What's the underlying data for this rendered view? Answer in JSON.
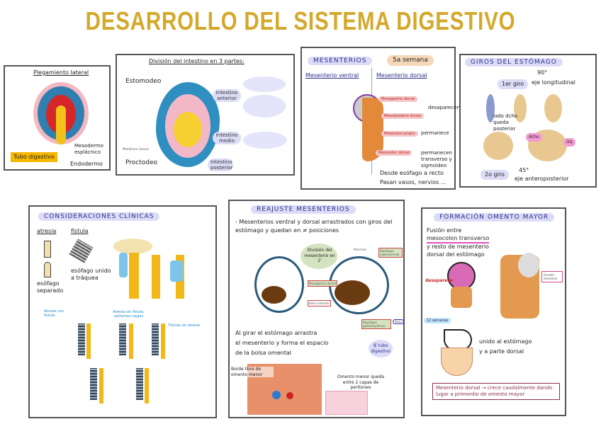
{
  "title": "DESARROLLO DEL SISTEMA DIGESTIVO",
  "plegamiento": {
    "heading": "Plegamiento lateral",
    "tubo": "Tubo digestivo",
    "mesodermo": "Mesodermo esplácnico",
    "endodermo": "Endodermo"
  },
  "division": {
    "heading": "División del intestino en 3 partes:",
    "estomodeo": "Estomodeo",
    "proctodeo": "Proctodeo",
    "anterior": "Intestino anterior",
    "medio": "Intestino medio",
    "posterior": "Intestino posterior",
    "membrana": "Membrana cloacal"
  },
  "mesenterios": {
    "heading": "MESENTERIOS",
    "semana": "5a semana",
    "ventral": "Mesenterio ventral",
    "dorsal": "Mesenterio dorsal",
    "labels": [
      "Mesogastrio dorsal",
      "Mesoduodeno dorsal",
      "Mesentero propio",
      "Mesocolon dorsal"
    ],
    "desaparecen": "desaparecen",
    "permanece": "permanece",
    "permanecen": "permanecen transverso y sigmoideo",
    "desde": "Desde esófago a recto",
    "pasan": "Pasan vasos, nervios ..."
  },
  "giros": {
    "heading": "GIROS DEL ESTÓMAGO",
    "grados1": "90°",
    "giro1": "1er giro",
    "eje1": "eje longitudinal",
    "lado": "lado dcho queda posterior",
    "dcho": "dcho",
    "izq": "izq",
    "giro2": "2o giro",
    "grados2": "45°",
    "eje2": "eje anteroposterior"
  },
  "clinicas": {
    "heading": "CONSIDERACIONES CLÍNICAS",
    "atresia": "atresia",
    "fistula": "fístula",
    "esofago_sep": "esófago separado",
    "esofago_traq": "esófago unido a tráquea",
    "atresia_sin": "Atresia sin fístula, extremos ciegos",
    "atresia_con": "Atresia con fístula",
    "fistula_sin": "Fístula sin atresia"
  },
  "reajuste": {
    "heading": "REAJUSTE MESENTERIOS",
    "texto": "- Mesenterios ventral y dorsal arrastrados con giros del estómago y quedan en ≠ posiciones",
    "division": "División del mesenterio en 2'",
    "mesogastrio": "Mesogastrio dorsal",
    "bolsa": "Bolsa omental",
    "bazo": "Bazo",
    "pancreas": "Páncreas",
    "repliegue1": "Repliegue esplenorrenal",
    "repliegue2": "Repliegue gastroesplénico",
    "tubo": "∉ tubo digestivo",
    "al_girar": [
      "Al girar el estómago arrastra",
      "el mesenterio y forma el espacio",
      "de la bolsa omental"
    ],
    "borde": "Borde libre de omento menor",
    "omento": "Omento menor queda entre 2 capas de peritoneo"
  },
  "omento": {
    "heading": "FORMACIÓN OMENTO MAYOR",
    "fusion": [
      "Fusión entre",
      "mesocolon transverso",
      "y resto de mesenterio",
      "dorsal del estómago"
    ],
    "desaparece": "desaparece",
    "semanas": "12 semanas",
    "unido": [
      "unido al estómago",
      "y a parte dorsal"
    ],
    "nota": "Mesenterio dorsal → crece caudalmente dando lugar a primordio de omento mayor",
    "greater": "Greater omentum"
  }
}
